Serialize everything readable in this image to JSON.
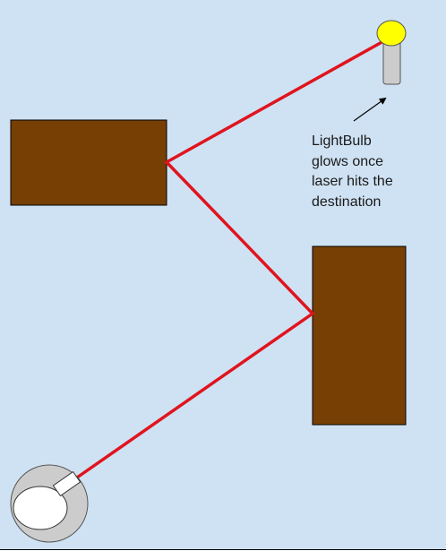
{
  "caption": {
    "lines": [
      "LightBulb",
      "glows once",
      "laser hits the",
      "destination"
    ]
  },
  "colors": {
    "background": "#cfe2f3",
    "mirror_fill": "#783f04",
    "laser": "#e0141e",
    "bulb": "#ffff00",
    "bulb_base": "#cccccc",
    "emitter_outer": "#cccccc",
    "emitter_inner": "#ffffff"
  },
  "icons": {
    "emitter": "laser-emitter-icon",
    "bulb": "light-bulb-icon",
    "arrow": "arrow-pointer-icon"
  }
}
